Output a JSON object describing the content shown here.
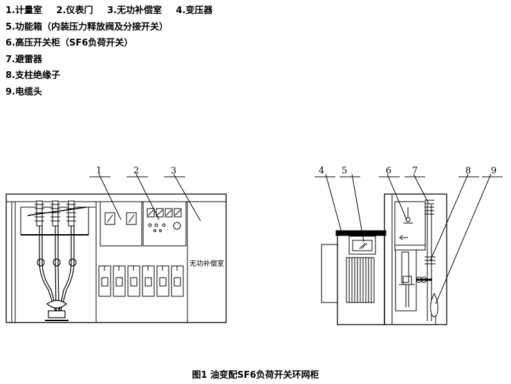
{
  "legend": {
    "line1": [
      "1.计量室",
      "2.仪表门",
      "3.无功补偿室",
      "4.变压器"
    ],
    "line5": "5.功能箱（内装压力释放阀及分接开关）",
    "line6": "6.高压开关柜（SF6负荷开关）",
    "line7": "7.避雷器",
    "line8": "8.支柱绝缘子",
    "line9": "9.电缆头"
  },
  "diagram": {
    "left_callouts": [
      "1",
      "2",
      "3"
    ],
    "right_callouts": [
      "4",
      "5",
      "6",
      "7",
      "8",
      "9"
    ],
    "compartment_label": "无功补偿室"
  },
  "caption": "图1   油变配SF6负荷开关环网柜"
}
